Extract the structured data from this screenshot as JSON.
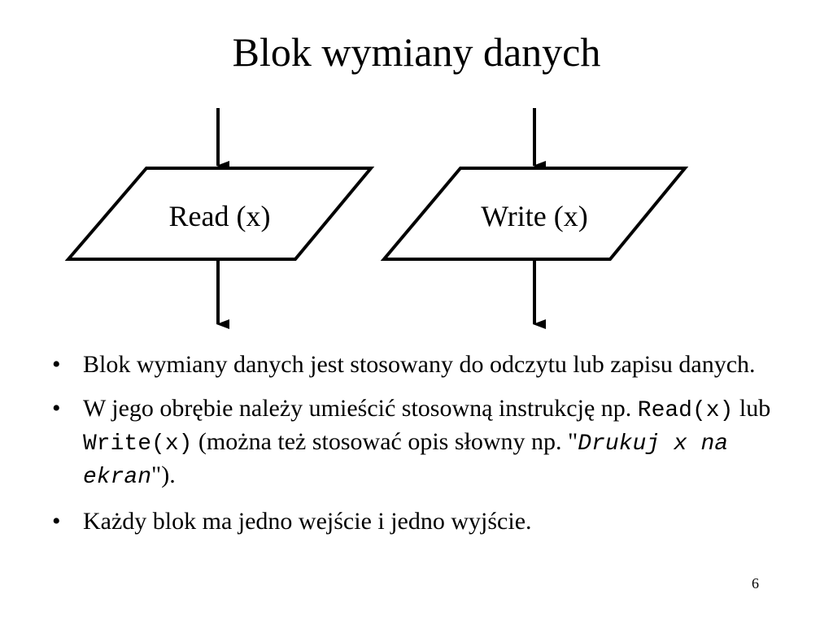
{
  "title": "Blok wymiany danych",
  "diagram": {
    "read_label": "Read (x)",
    "write_label": "Write (x)"
  },
  "bullets": {
    "b1": "Blok wymiany danych  jest stosowany do odczytu lub zapisu danych.",
    "b2_part1": "W jego obrębie należy umieścić stosowną instrukcję np. ",
    "b2_code1": "Read(x)",
    "b2_part2": " lub ",
    "b2_code2": "Write(x)",
    "b2_part3": " (można też stosować opis słowny np. \"",
    "b2_code3": "Drukuj x na ekran",
    "b2_part4": "\").",
    "b3": "Każdy blok ma jedno wejście i jedno wyjście.",
    "symbol": "•"
  },
  "page_number": "6"
}
